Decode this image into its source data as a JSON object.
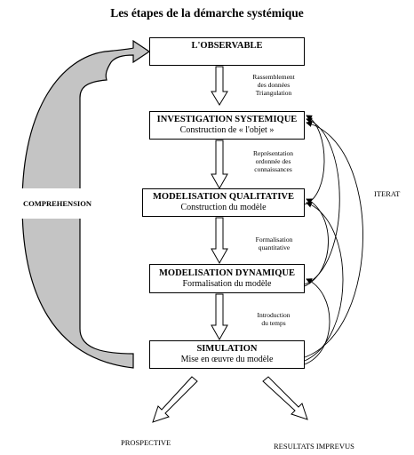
{
  "title": "Les étapes de la démarche systémique",
  "steps": [
    {
      "heading": "L'OBSERVABLE",
      "subtitle": ""
    },
    {
      "heading": "INVESTIGATION SYSTEMIQUE",
      "subtitle": "Construction de « l'objet »"
    },
    {
      "heading": "MODELISATION QUALITATIVE",
      "subtitle": "Construction du modèle"
    },
    {
      "heading": "MODELISATION  DYNAMIQUE",
      "subtitle": "Formalisation du modèle"
    },
    {
      "heading": "SIMULATION",
      "subtitle": "Mise en œuvre du modèle"
    }
  ],
  "transitions": [
    [
      "Rassemblement",
      "des données",
      "Triangulation"
    ],
    [
      "Représentation",
      "ordonnée des",
      "connaissances"
    ],
    [
      "Formalisation",
      "quantitative"
    ],
    [
      "Introduction",
      "du temps"
    ]
  ],
  "comprehension_label": "COMPREHENSION",
  "iteration_label": "ITERAT",
  "outputs": {
    "left": "PROSPECTIVE",
    "right": "RESULTATS IMPREVUS"
  }
}
